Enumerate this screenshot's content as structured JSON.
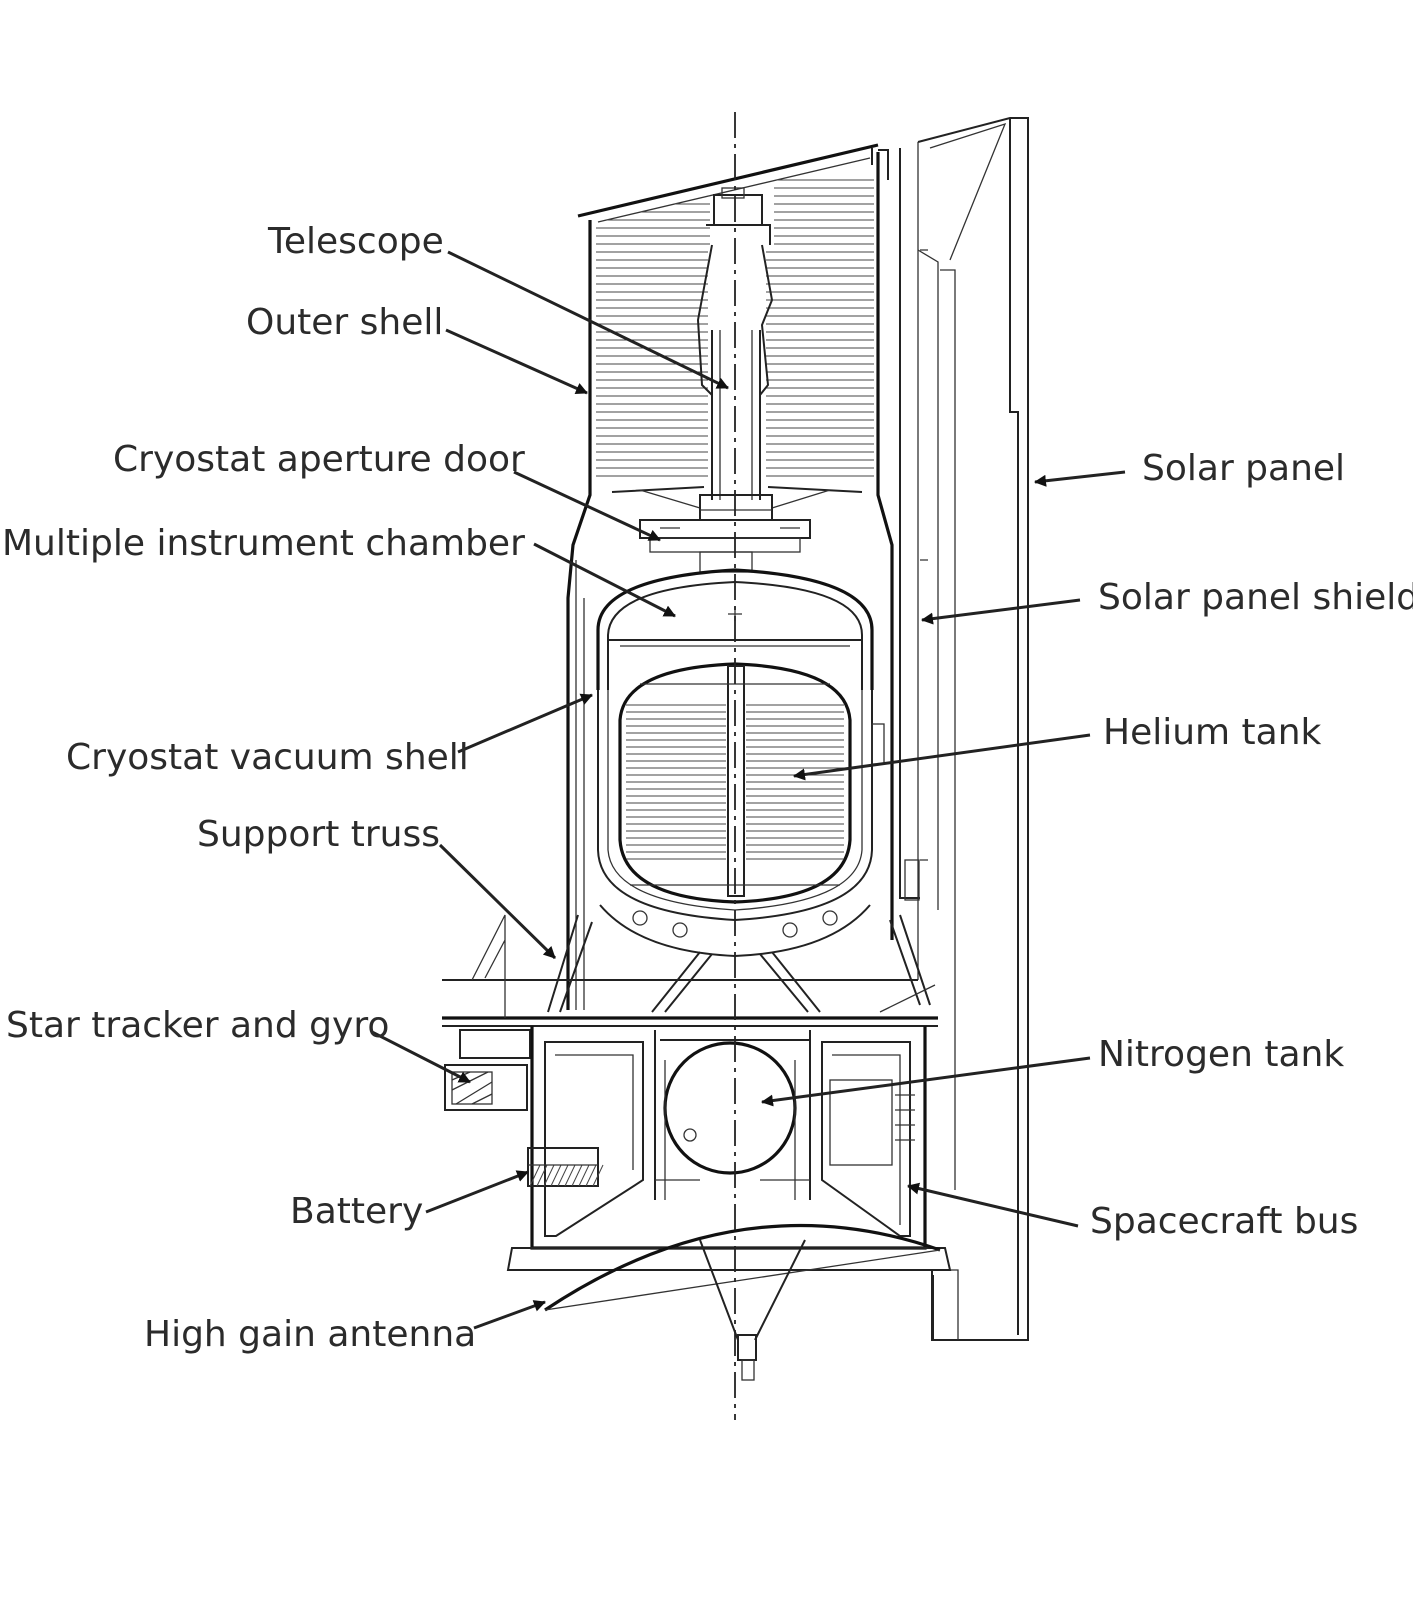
{
  "labels": {
    "telescope": "Telescope",
    "outer_shell": "Outer shell",
    "cryostat_aperture_door": "Cryostat aperture door",
    "multiple_instrument_chamber": "Multiple instrument chamber",
    "cryostat_vacuum_shell": "Cryostat vacuum shell",
    "support_truss": "Support truss",
    "star_tracker_and_gyro": "Star tracker and gyro",
    "battery": "Battery",
    "high_gain_antenna": "High gain antenna",
    "solar_panel": "Solar panel",
    "solar_panel_shield": "Solar panel shield",
    "helium_tank": "Helium tank",
    "nitrogen_tank": "Nitrogen tank",
    "spacecraft_bus": "Spacecraft bus"
  }
}
